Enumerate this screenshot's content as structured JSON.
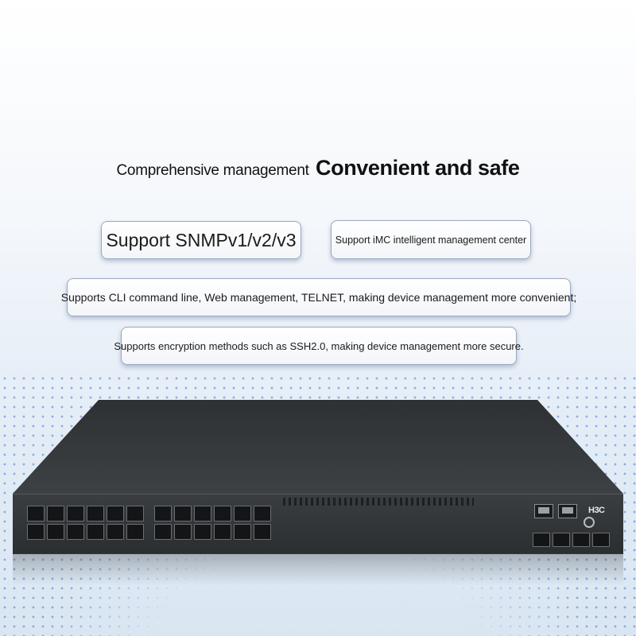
{
  "headline": {
    "small": "Comprehensive management",
    "big": "Convenient and safe"
  },
  "features": {
    "snmp": "Support SNMPv1/v2/v3",
    "imc": "Support iMC intelligent management center",
    "cli": "Supports CLI command line, Web management, TELNET, making device management more convenient;",
    "ssh": "Supports encryption methods such as SSH2.0, making device management more secure."
  },
  "device": {
    "logo": "H3C",
    "icon": "network-switch-icon"
  },
  "colors": {
    "accent_dots": "#4678c8",
    "pill_border": "#9aa7c0",
    "switch_body": "#2e3134"
  }
}
